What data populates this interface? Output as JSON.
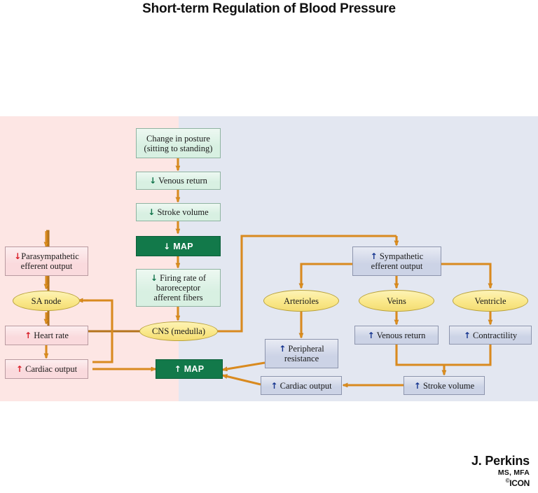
{
  "title": "Short-term Regulation of Blood Pressure",
  "regions": {
    "left_label": "parasympathetic-region",
    "right_label": "sympathetic-region",
    "left_color": "#fde6e4",
    "right_color": "#e3e7f1"
  },
  "palette": {
    "connector": "#d98a1f",
    "green_box": "#d8f0e2",
    "green_fill": "#12794a",
    "pink_box": "#fadadd",
    "blue_box": "#ccd3e6",
    "ellipse": "#fbe98e",
    "arrow_red": "#d81e28",
    "arrow_blue": "#15348f",
    "arrow_green": "#10734a"
  },
  "nodes": {
    "change_posture": {
      "line1": "Change in posture",
      "line2": "(sitting to standing)"
    },
    "venous_return_down": {
      "arrow": "↓",
      "text": "Venous return"
    },
    "stroke_volume_down": {
      "arrow": "↓",
      "text": "Stroke volume"
    },
    "map_down": {
      "arrow": "↓",
      "text": "MAP"
    },
    "firing_rate": {
      "arrow": "↓",
      "line1": "Firing rate of",
      "line2": "baroreceptor",
      "line3": "afferent fibers"
    },
    "cns": {
      "text": "CNS (medulla)"
    },
    "parasympathetic": {
      "arrow": "↓",
      "line1": "Parasympathetic",
      "line2": "efferent output"
    },
    "sa_node": {
      "text": "SA node"
    },
    "heart_rate": {
      "arrow": "↑",
      "text": "Heart rate"
    },
    "cardiac_output_left": {
      "arrow": "↑",
      "text": "Cardiac output"
    },
    "map_up": {
      "arrow": "↑",
      "text": "MAP"
    },
    "sympathetic": {
      "arrow": "↑",
      "line1": "Sympathetic",
      "line2": "efferent output"
    },
    "arterioles": {
      "text": "Arterioles"
    },
    "veins": {
      "text": "Veins"
    },
    "ventricle": {
      "text": "Ventricle"
    },
    "peripheral_resistance": {
      "arrow": "↑",
      "line1": "Peripheral",
      "line2": "resistance"
    },
    "venous_return_up": {
      "arrow": "↑",
      "text": "Venous return"
    },
    "contractility": {
      "arrow": "↑",
      "text": "Contractility"
    },
    "stroke_volume_up": {
      "arrow": "↑",
      "text": "Stroke volume"
    },
    "cardiac_output_bottom": {
      "arrow": "↑",
      "text": "Cardiac output"
    }
  },
  "signature": {
    "name": "J. Perkins",
    "credentials": "MS, MFA",
    "copyright_mark": "©",
    "publisher": "ICON"
  }
}
